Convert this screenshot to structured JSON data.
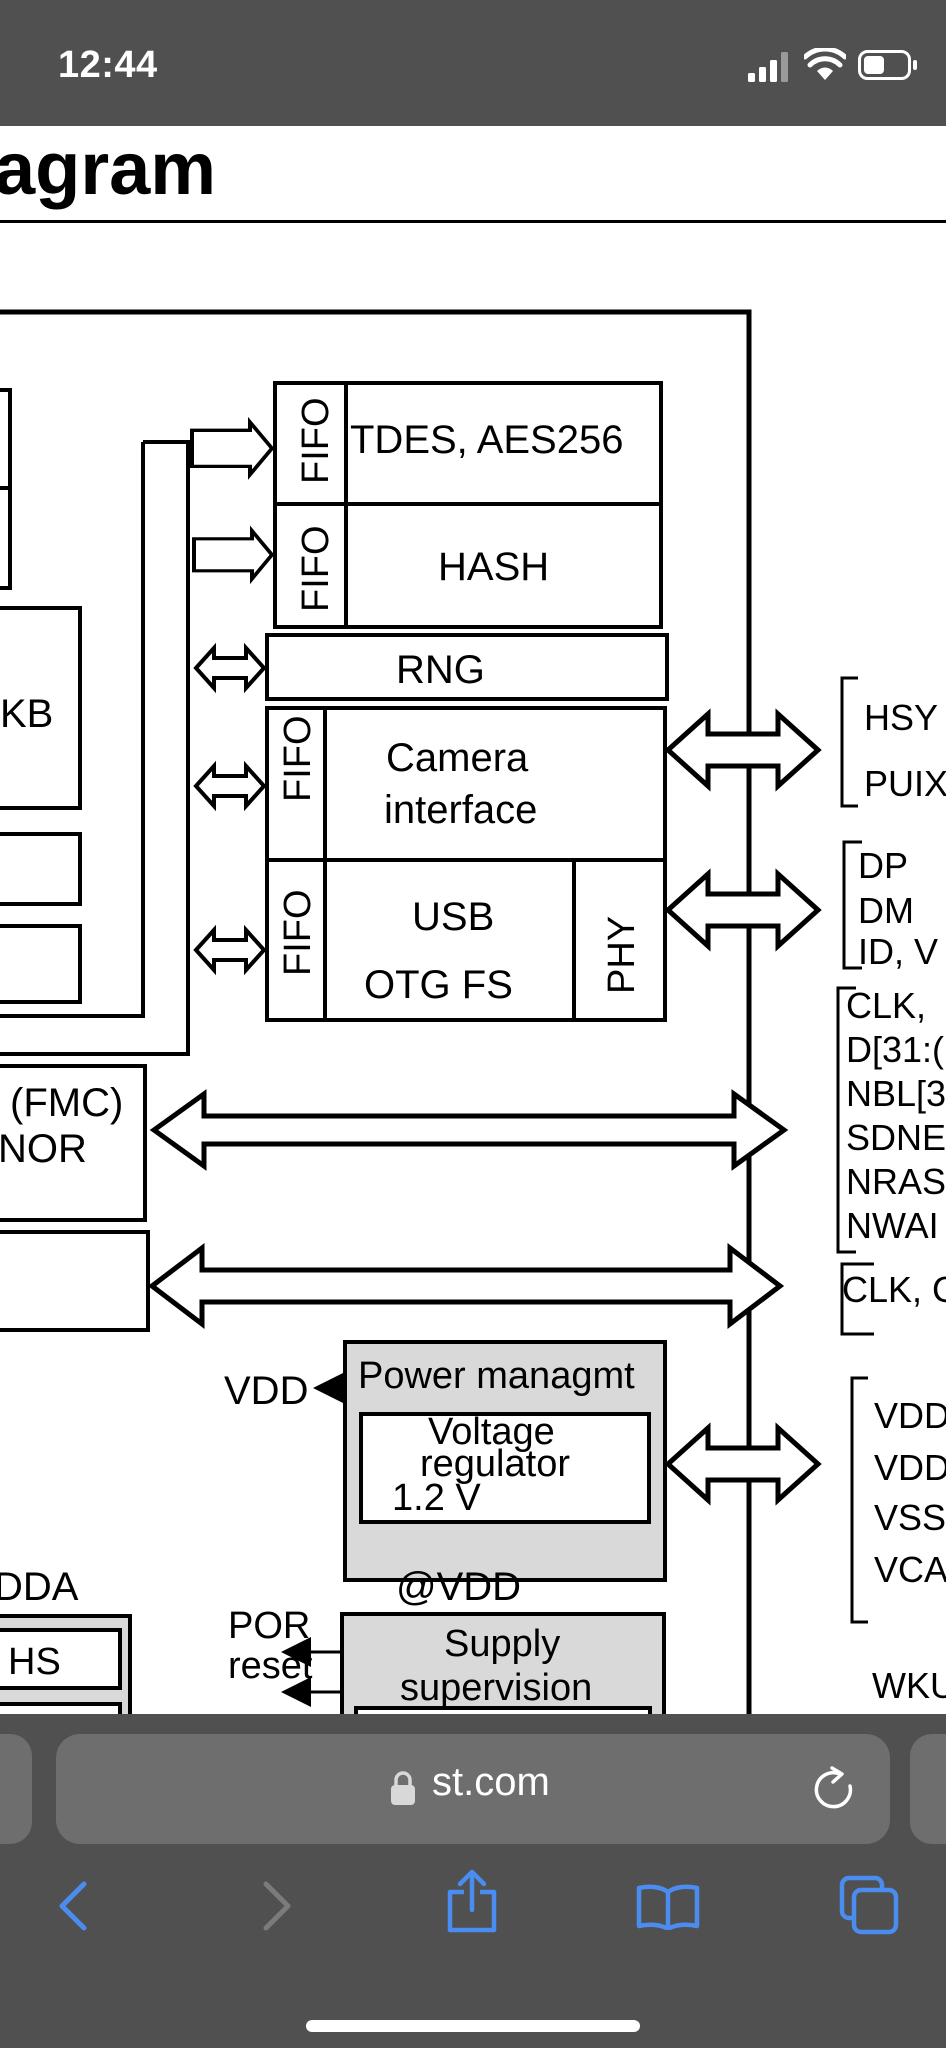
{
  "status_bar": {
    "time": "12:44",
    "icons": [
      "signal-icon",
      "wifi-icon",
      "battery-icon"
    ]
  },
  "page": {
    "heading": "agram",
    "diagram": {
      "blocks": {
        "fifo": "FIFO",
        "tdes": "TDES, AES256",
        "hash": "HASH",
        "rng": "RNG",
        "camera_line1": "Camera",
        "camera_line2": "interface",
        "usb_line1": "USB",
        "usb_line2": "OTG FS",
        "phy": "PHY",
        "kb": "KB",
        "fmc_line1": "(FMC)",
        "fmc_line2": "NOR",
        "power_title": "Power managmt",
        "voltage_line1": "Voltage",
        "voltage_line2": "regulator",
        "voltage_line3": "1.2 V",
        "supply_line1": "Supply",
        "supply_line2": "supervision",
        "hs": "HS"
      },
      "labels": {
        "vdd_left": "VDD",
        "vdda": "DDA",
        "por": "POR",
        "reset": "reset",
        "at_vdd": "@VDD"
      },
      "pins": {
        "hsy": "HSY",
        "puix": "PUIX",
        "dp": "DP",
        "dm": "DM",
        "id_v": "ID, V",
        "clk1": "CLK,",
        "d31": "D[31:(",
        "nbl": "NBL[3",
        "sdne": "SDNE",
        "nras": "NRAS",
        "nwai": "NWAI",
        "clk2": "CLK, C",
        "vdd1": "VDD",
        "vdd2": "VDD",
        "vss": "VSS",
        "vca": "VCA",
        "wku": "WKU"
      }
    }
  },
  "browser": {
    "address": "st.com",
    "toolbar": [
      "back-icon",
      "forward-icon",
      "share-icon",
      "bookmarks-icon",
      "tabs-icon"
    ]
  },
  "colors": {
    "chrome": "#505050",
    "field": "#6e6e6e",
    "accent": "#4a8cf0",
    "block_gray": "#d9d9d9"
  }
}
